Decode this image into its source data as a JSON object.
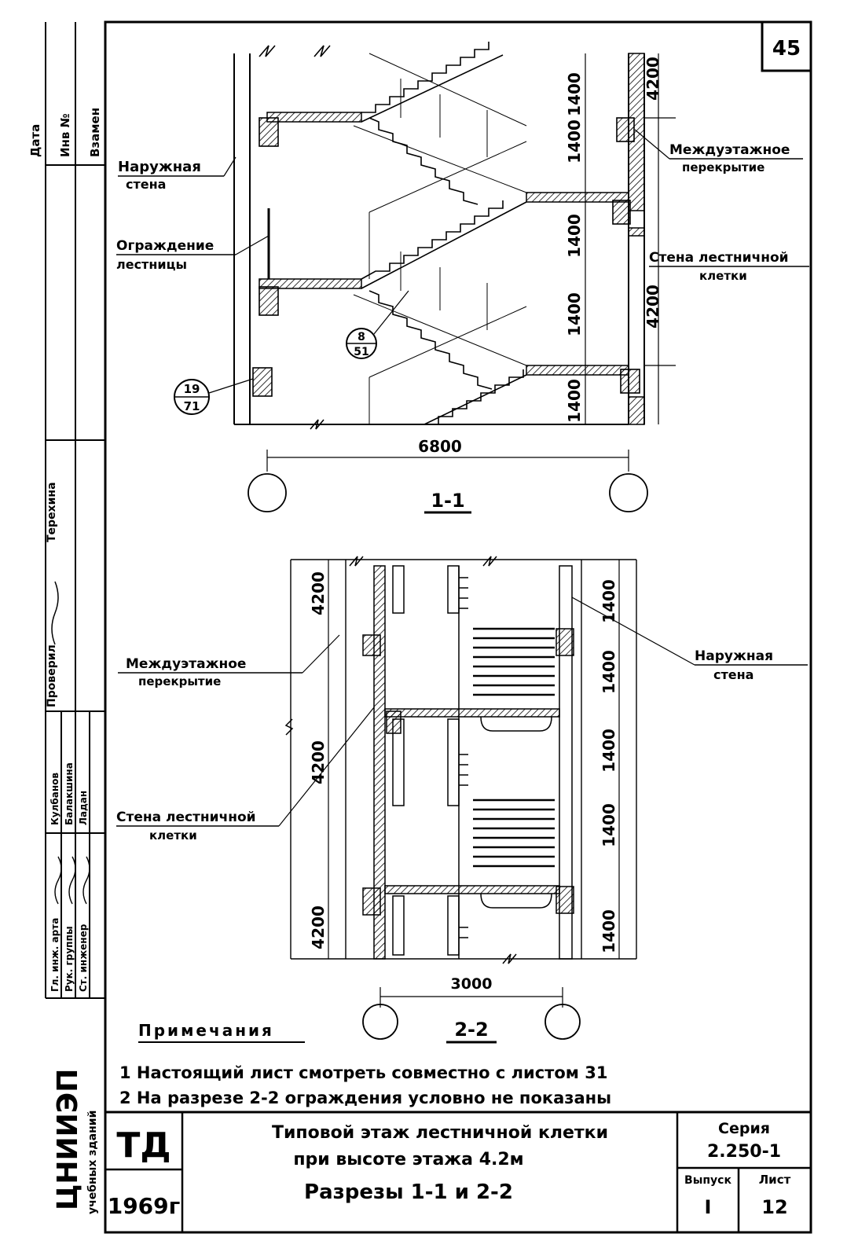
{
  "sheet_number": "45",
  "side_stamp": {
    "headers": [
      "Дата",
      "Инв №",
      "Взамен"
    ],
    "approver_label": "Проверил",
    "approver_name": "Терехина",
    "roles": [
      "Гл. инж. арта",
      "Рук. группы",
      "Ст. инженер"
    ],
    "names": [
      "Кулбанов",
      "Балакшина",
      "Ладан"
    ],
    "org": "ЦНИИЭП",
    "org_sub": "учебных зданий"
  },
  "section_1_1": {
    "title": "1-1",
    "width_dim": "6800",
    "right_dims": [
      "1400",
      "1400",
      "1400",
      "1400",
      "1400"
    ],
    "far_right_dims": [
      "4200",
      "4200"
    ],
    "callouts": {
      "outer_wall": [
        "Наружная",
        "стена"
      ],
      "railing": [
        "Ограждение",
        "лестницы"
      ],
      "floor_slab": [
        "Междуэтажное",
        "перекрытие"
      ],
      "stair_wall": [
        "Стена лестничной",
        "клетки"
      ],
      "ref_a": {
        "top": "8",
        "bottom": "51"
      },
      "ref_b": {
        "top": "19",
        "bottom": "71"
      }
    }
  },
  "section_2_2": {
    "title": "2-2",
    "width_dim": "3000",
    "left_dims": [
      "4200",
      "4200",
      "4200"
    ],
    "right_dims": [
      "1400",
      "1400",
      "1400",
      "1400",
      "1400"
    ],
    "callouts": {
      "floor_slab": [
        "Междуэтажное",
        "перекрытие"
      ],
      "stair_wall": [
        "Стена лестничной",
        "клетки"
      ],
      "outer_wall": [
        "Наружная",
        "стена"
      ]
    }
  },
  "notes": {
    "heading": "Примечания",
    "items": [
      "1 Настоящий лист смотреть совместно с листом 31",
      "2 На разрезе 2-2 ограждения условно не показаны"
    ]
  },
  "title_block": {
    "code": "ТД",
    "year": "1969г",
    "title_lines": [
      "Типовой этаж лестничной клетки",
      "при высоте этажа 4.2м",
      "Разрезы 1-1 и 2-2"
    ],
    "series_label": "Серия",
    "series_value": "2.250-1",
    "issue_label": "Выпуск",
    "issue_value": "I",
    "sheet_label": "Лист",
    "sheet_value": "12"
  }
}
